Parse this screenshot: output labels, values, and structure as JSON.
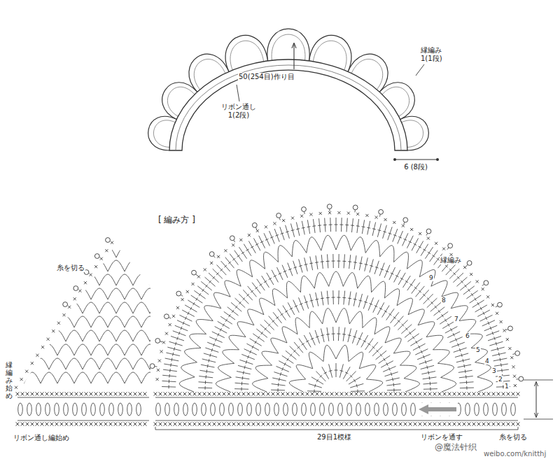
{
  "diagram": {
    "title": "[ 編み方 ]",
    "labels": [
      "縁編み 1(1段)",
      "50(254目)作り目",
      "リボン通し 1(2段)",
      "6 (8段)",
      "糸を切る",
      "縁編み",
      "9",
      "8",
      "7",
      "6",
      "5",
      "4",
      "3",
      "2",
      "1",
      "縁編み始め",
      "リボン通し編始め",
      "29目1模様",
      "リボンを通す",
      "糸を切る",
      "@魔法针织",
      "weibo.com/knitthj"
    ]
  }
}
